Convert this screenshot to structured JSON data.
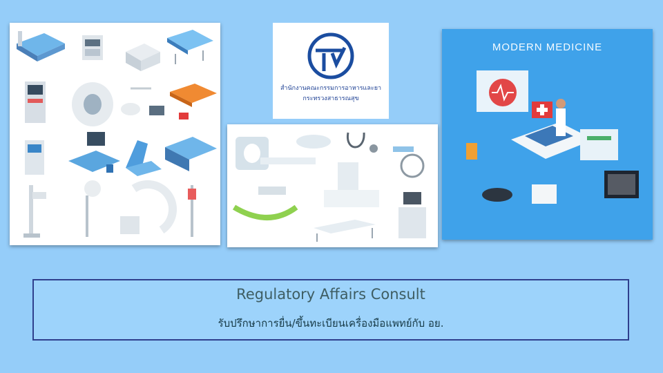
{
  "logo": {
    "line1": "สำนักงานคณะกรรมการอาหารและยา",
    "line2": "กระทรวงสาธารณสุข"
  },
  "modern_panel": {
    "title": "MODERN MEDICINE"
  },
  "banner": {
    "title": "Regulatory Affairs Consult",
    "subtitle": "รับปรึกษาการยื่น/ขึ้นทะเบียนเครื่องมือแพทย์กับ อย."
  }
}
